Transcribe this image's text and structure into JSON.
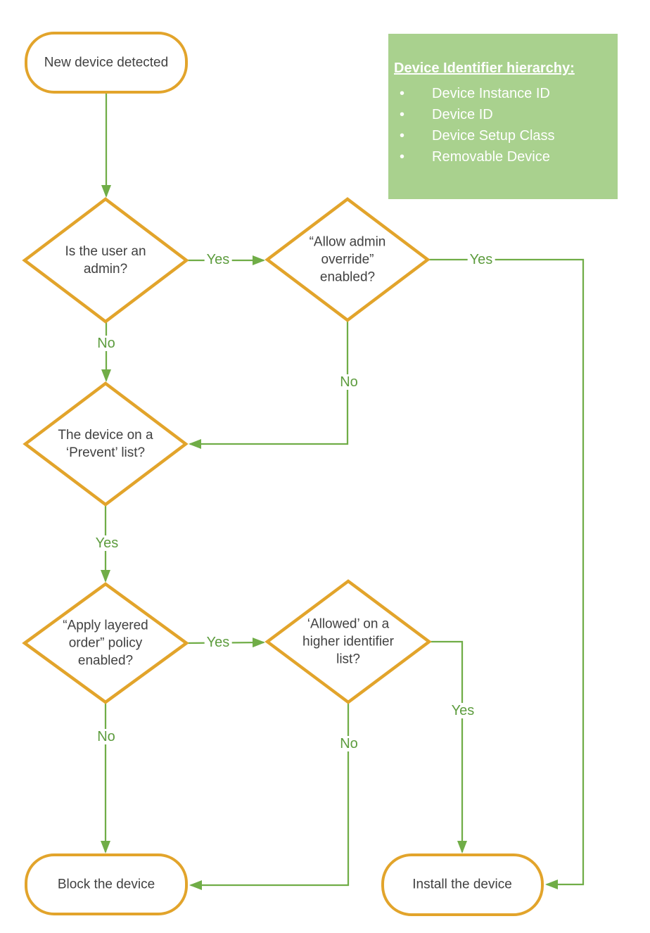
{
  "colors": {
    "shape_border": "#E2A42B",
    "connector_green": "#70AD47",
    "edge_label_green": "#5d9c3e",
    "legend_background": "#A9D18E",
    "legend_text": "#ffffff",
    "node_text": "#414141",
    "background": "#ffffff"
  },
  "legend": {
    "title": "Device Identifier hierarchy:",
    "bullet": "•",
    "items": [
      "Device Instance ID",
      "Device ID",
      "Device Setup Class",
      "Removable Device"
    ]
  },
  "flowchart": {
    "nodes": {
      "start": "New device detected",
      "admin_check": "Is the user an\nadmin?",
      "override_check": "“Allow admin\noverride”\nenabled?",
      "prevent_check": "The device on a\n‘Prevent’ list?",
      "layered_check": "“Apply layered\norder” policy\nenabled?",
      "allowed_check": "‘Allowed’ on a\nhigher identifier\nlist?",
      "block": "Block the device",
      "install": "Install the device"
    },
    "edge_labels": {
      "admin_yes": "Yes",
      "admin_no": "No",
      "override_yes": "Yes",
      "override_no": "No",
      "prevent_yes": "Yes",
      "layered_yes": "Yes",
      "layered_no": "No",
      "allowed_yes": "Yes",
      "allowed_no": "No"
    }
  }
}
